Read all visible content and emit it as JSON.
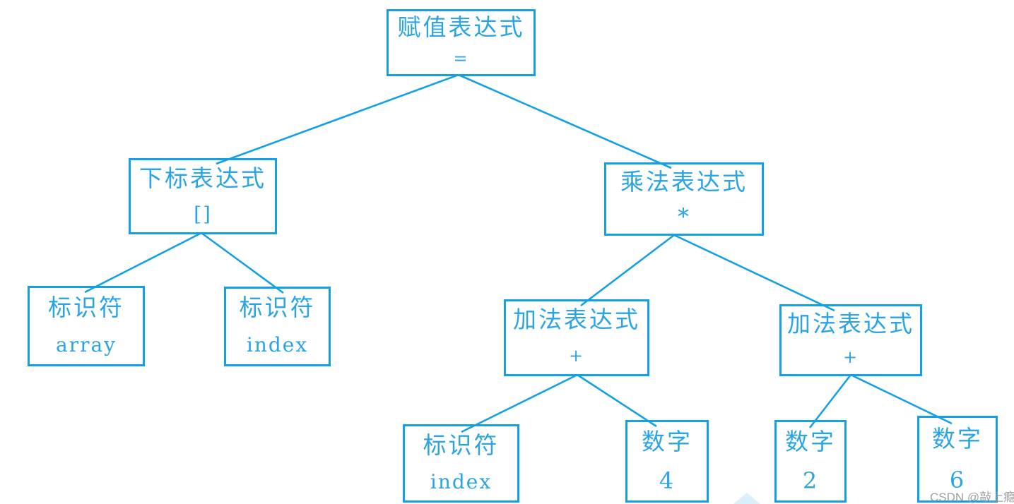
{
  "colors": {
    "accent_blue": "#14a0e6",
    "watermark_gray": "#94989c"
  },
  "tree": {
    "nodes": {
      "root": {
        "label": "赋值表达式",
        "symbol": "="
      },
      "subscript": {
        "label": "下标表达式",
        "symbol": "[]"
      },
      "multiply": {
        "label": "乘法表达式",
        "symbol": "*"
      },
      "id_array": {
        "label": "标识符",
        "symbol": "array"
      },
      "id_index": {
        "label": "标识符",
        "symbol": "index"
      },
      "add_left": {
        "label": "加法表达式",
        "symbol": "+"
      },
      "add_right": {
        "label": "加法表达式",
        "symbol": "+"
      },
      "id_index2": {
        "label": "标识符",
        "symbol": "index"
      },
      "num_4": {
        "label": "数字",
        "symbol": "4"
      },
      "num_2": {
        "label": "数字",
        "symbol": "2"
      },
      "num_6": {
        "label": "数字",
        "symbol": "6"
      }
    },
    "edges": [
      {
        "from": "root",
        "to": "subscript"
      },
      {
        "from": "root",
        "to": "multiply"
      },
      {
        "from": "subscript",
        "to": "id_array"
      },
      {
        "from": "subscript",
        "to": "id_index"
      },
      {
        "from": "multiply",
        "to": "add_left"
      },
      {
        "from": "multiply",
        "to": "add_right"
      },
      {
        "from": "add_left",
        "to": "id_index2"
      },
      {
        "from": "add_left",
        "to": "num_4"
      },
      {
        "from": "add_right",
        "to": "num_2"
      },
      {
        "from": "add_right",
        "to": "num_6"
      }
    ]
  },
  "watermark": {
    "text": "CSDN @敲上瘾"
  }
}
